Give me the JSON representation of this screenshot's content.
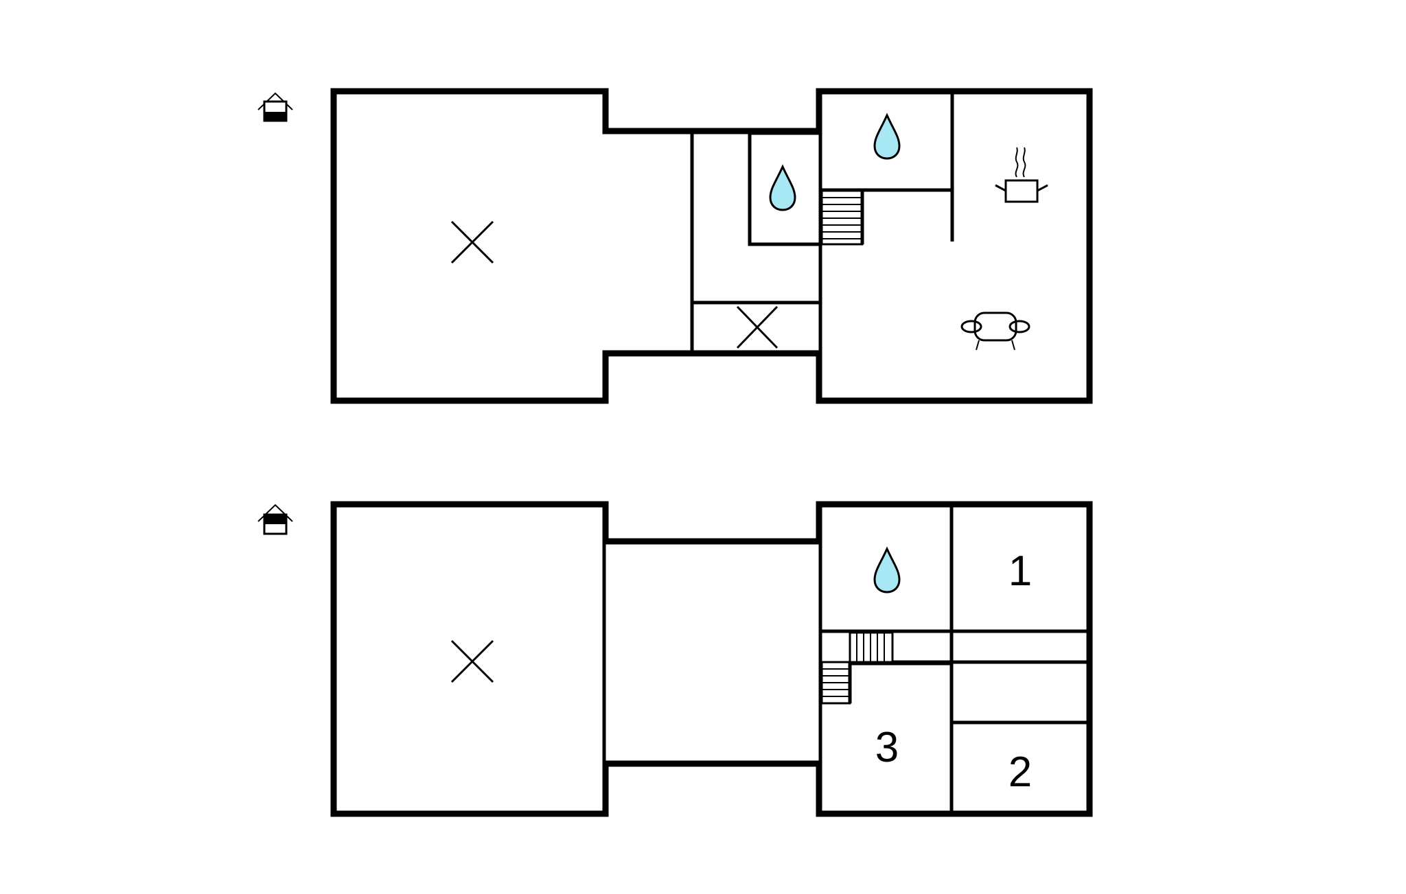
{
  "floors": [
    {
      "id": "ground",
      "level_icon": "house-ground-floor-icon",
      "rooms": [
        {
          "id": "large-left",
          "symbol": "unused-area-cross"
        },
        {
          "id": "bathroom-1",
          "symbol": "water-drop"
        },
        {
          "id": "bathroom-2",
          "symbol": "water-drop"
        },
        {
          "id": "kitchen",
          "symbol": "cooking-pot"
        },
        {
          "id": "living-room",
          "symbol": "sofa"
        },
        {
          "id": "storage",
          "symbol": "unused-area-cross"
        },
        {
          "id": "staircase",
          "symbol": "stairs"
        }
      ]
    },
    {
      "id": "upper",
      "level_icon": "house-upper-floor-icon",
      "rooms": [
        {
          "id": "large-left",
          "symbol": "unused-area-cross"
        },
        {
          "id": "bathroom",
          "symbol": "water-drop"
        },
        {
          "id": "bedroom-1",
          "label": "1"
        },
        {
          "id": "bedroom-2",
          "label": "2"
        },
        {
          "id": "bedroom-3",
          "label": "3"
        },
        {
          "id": "staircase",
          "symbol": "stairs"
        }
      ]
    }
  ],
  "colors": {
    "water": "#a8e8f4",
    "wall": "#000000",
    "background": "#ffffff"
  }
}
